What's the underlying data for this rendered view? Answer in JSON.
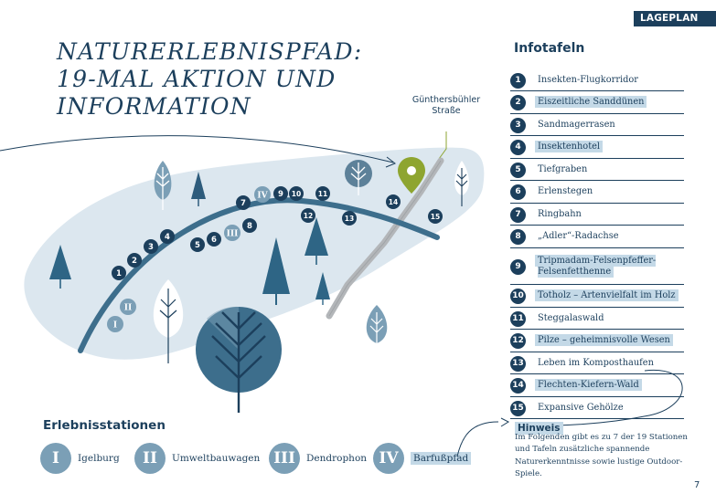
{
  "section_badge": "LAGEPLAN",
  "title_lines": [
    "NATURERLEBNISPFAD:",
    "19-MAL AKTION UND",
    "INFORMATION"
  ],
  "street_label": [
    "Günthersbühler",
    "Straße"
  ],
  "infotafeln": {
    "heading": "Infotafeln",
    "items": [
      {
        "num": "1",
        "label": "Insekten-Flugkorridor",
        "highlight": false
      },
      {
        "num": "2",
        "label": "Eiszeitliche Sanddünen",
        "highlight": true
      },
      {
        "num": "3",
        "label": "Sandmagerrasen",
        "highlight": false
      },
      {
        "num": "4",
        "label": "Insektenhotel",
        "highlight": true
      },
      {
        "num": "5",
        "label": "Tiefgraben",
        "highlight": false
      },
      {
        "num": "6",
        "label": "Erlenstegen",
        "highlight": false
      },
      {
        "num": "7",
        "label": "Ringbahn",
        "highlight": false
      },
      {
        "num": "8",
        "label": "„Adler“-Radachse",
        "highlight": false
      },
      {
        "num": "9",
        "label": "Tripmadam-Felsenpfeffer-Felsenfetthenne",
        "highlight": true
      },
      {
        "num": "10",
        "label": "Totholz – Artenvielfalt im Holz",
        "highlight": true
      },
      {
        "num": "11",
        "label": "Steggalaswald",
        "highlight": false
      },
      {
        "num": "12",
        "label": "Pilze – geheimnisvolle Wesen",
        "highlight": true
      },
      {
        "num": "13",
        "label": "Leben im Komposthaufen",
        "highlight": false
      },
      {
        "num": "14",
        "label": "Flechten-Kiefern-Wald",
        "highlight": true
      },
      {
        "num": "15",
        "label": "Expansive Gehölze",
        "highlight": false
      }
    ]
  },
  "erlebnisstationen": {
    "heading": "Erlebnisstationen",
    "items": [
      {
        "roman": "I",
        "label": "Igelburg",
        "highlight": false
      },
      {
        "roman": "II",
        "label": "Umweltbauwagen",
        "highlight": false
      },
      {
        "roman": "III",
        "label": "Dendrophon",
        "highlight": false
      },
      {
        "roman": "IV",
        "label": "Barfußpfad",
        "highlight": true
      }
    ]
  },
  "hinweis": {
    "label": "Hinweis",
    "text": "Im Folgenden gibt es zu 7 der 19 Stationen und Tafeln zusätzliche spannende Naturerkenntnisse sowie lustige Outdoor-Spiele."
  },
  "map_markers": {
    "numbers": [
      "1",
      "2",
      "3",
      "4",
      "5",
      "6",
      "7",
      "8",
      "9",
      "10",
      "11",
      "12",
      "13",
      "14",
      "15"
    ],
    "romans": [
      "I",
      "II",
      "III",
      "IV"
    ]
  },
  "colors": {
    "navy": "#1c3f5c",
    "steel": "#3d6e8c",
    "pale_blue": "#dce7ef",
    "highlight": "#c4d9e7",
    "roman_circle": "#7b9fb6",
    "olive_pin": "#8ea530"
  },
  "page_number": "7"
}
